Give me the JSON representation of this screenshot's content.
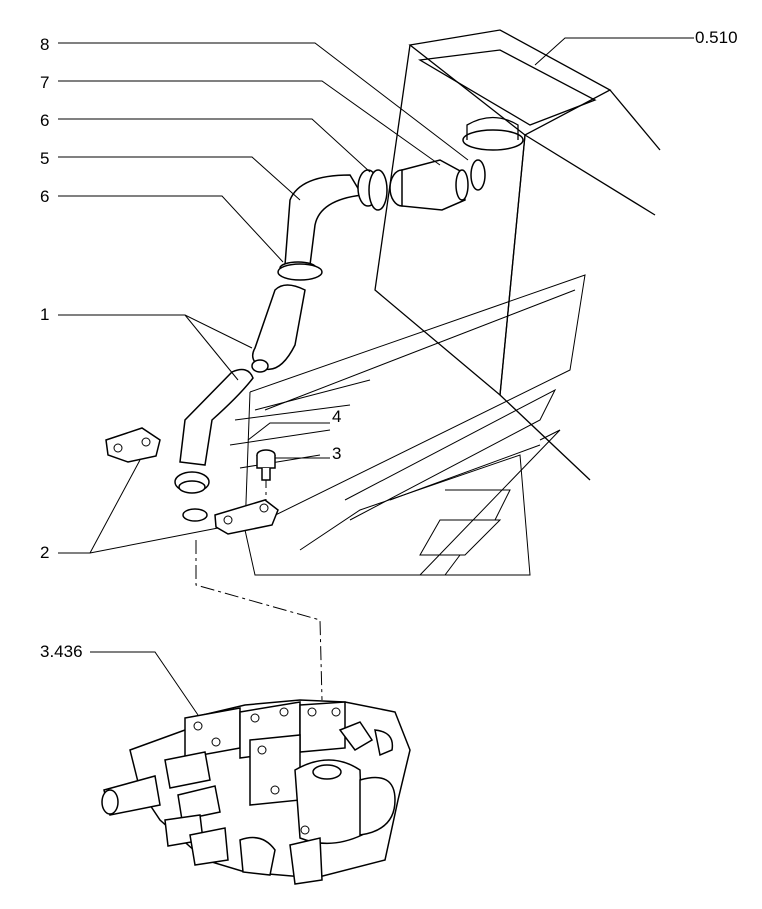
{
  "diagram": {
    "callouts": [
      {
        "id": "c-8",
        "text": "8"
      },
      {
        "id": "c-7",
        "text": "7"
      },
      {
        "id": "c-6a",
        "text": "6"
      },
      {
        "id": "c-5",
        "text": "5"
      },
      {
        "id": "c-6b",
        "text": "6"
      },
      {
        "id": "c-1",
        "text": "1"
      },
      {
        "id": "c-4",
        "text": "4"
      },
      {
        "id": "c-3",
        "text": "3"
      },
      {
        "id": "c-2",
        "text": "2"
      },
      {
        "id": "c-0510",
        "text": "0.510"
      },
      {
        "id": "c-3436",
        "text": "3.436"
      }
    ]
  }
}
